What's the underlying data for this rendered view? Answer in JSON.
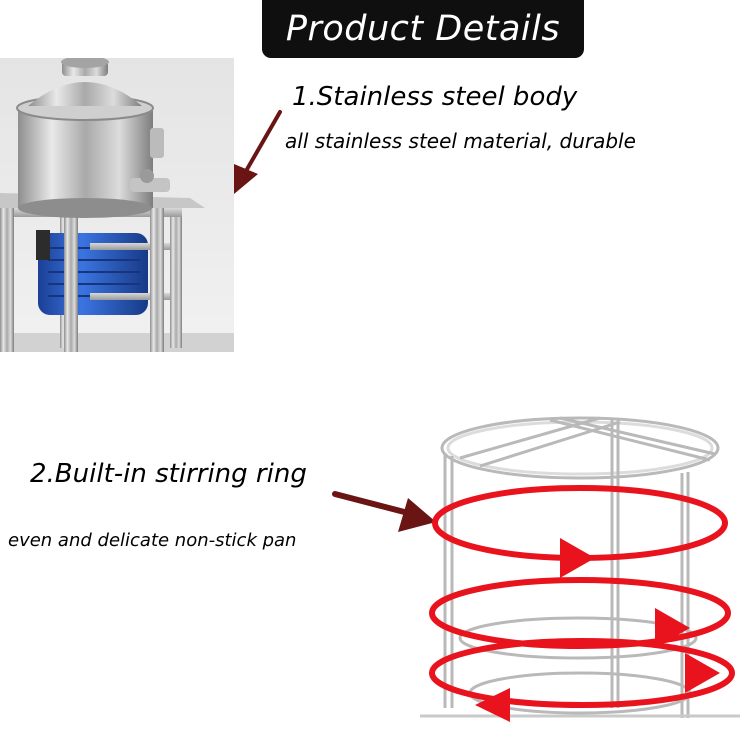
{
  "header": {
    "title": "Product Details"
  },
  "features": [
    {
      "heading": "1.Stainless steel body",
      "description": "all stainless steel material, durable",
      "image_icon": "meatball-machine-photo"
    },
    {
      "heading": "2.Built-in stirring ring",
      "description": "even and delicate non-stick pan",
      "image_icon": "stirring-ring-illustration"
    }
  ],
  "colors": {
    "title_background": "#0f0f0f",
    "title_text": "#ffffff",
    "arrow": "#6b1414",
    "ring_rotation": "#e8131d",
    "steel_frame": "#b9b9b9",
    "motor": "#2a5fc8"
  }
}
